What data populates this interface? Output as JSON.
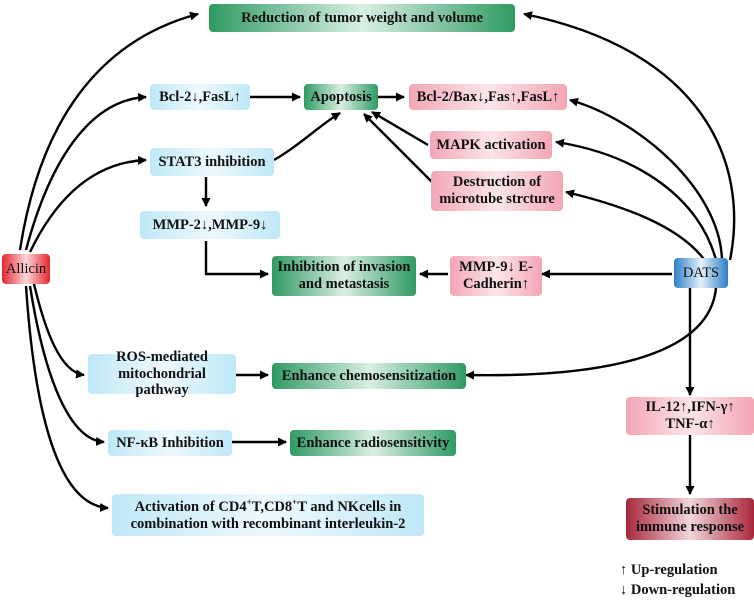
{
  "nodes": {
    "reduction": "Reduction of tumor weight and volume",
    "bcl2_fasl": "Bcl-2↓,FasL↑",
    "apoptosis": "Apoptosis",
    "bcl2_bax": "Bcl-2/Bax↓,Fas↑,FasL↑",
    "stat3": "STAT3 inhibition",
    "mapk": "MAPK activation",
    "microtube": "Destruction of microtube strcture",
    "mmp2_mmp9": "MMP-2↓,MMP-9↓",
    "allicin": "Allicin",
    "invasion": "Inhibition of invasion and metastasis",
    "mmp9_ecad": "MMP-9↓ E-Cadherin↑",
    "dats": "DATS",
    "ros": "ROS-mediated mitochondrial pathway",
    "chemo": "Enhance chemosensitization",
    "il12": "IL-12↑,IFN-γ↑ TNF-α↑",
    "nfkb": "NF-κB Inhibition",
    "radio": "Enhance radiosensitivity",
    "immune": "Stimulation the immune response"
  },
  "activation_lines": {
    "line1_prefix": "Activation of CD4",
    "line1_sup1": "+",
    "line1_mid": "T,CD8",
    "line1_sup2": "+",
    "line1_suffix": "T and NKcells in",
    "line2": "combination with recombinant interleukin-2"
  },
  "legend": {
    "up": "↑ Up-regulation",
    "down": "↓ Down-regulation"
  },
  "colors": {
    "green": "#2f9a63",
    "blue": "#bfe8f7",
    "pink": "#f3a6b4",
    "red": "#e4262e",
    "dark_blue": "#2d7fc8",
    "dark_red": "#a8273a"
  }
}
